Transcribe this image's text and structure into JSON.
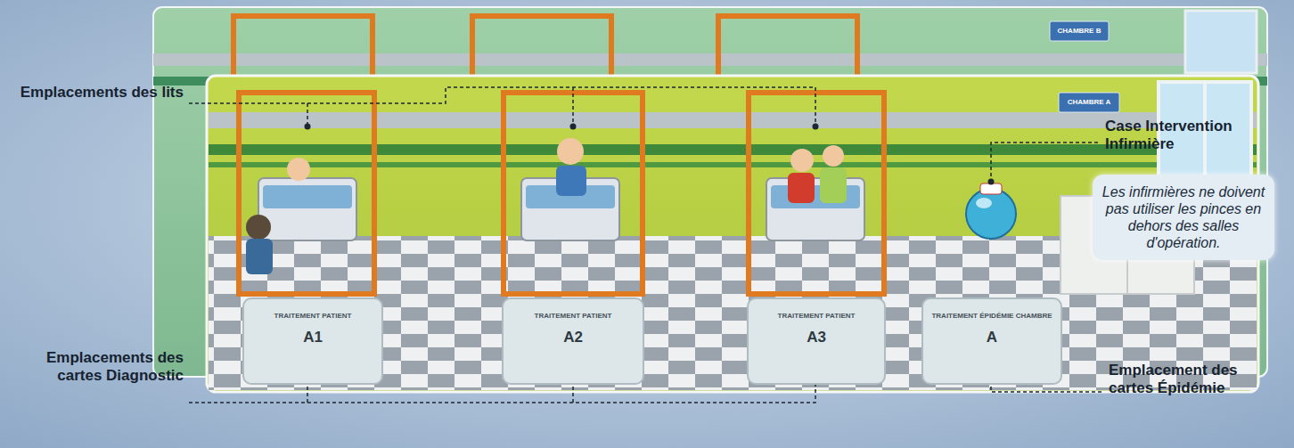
{
  "diagram": {
    "nodes": [
      {
        "text": [
          "TRAITEMENT PATIENT",
          "A1"
        ]
      },
      {
        "text": [
          "TRAITEMENT PATIENT",
          "A2"
        ]
      },
      {
        "text": [
          "TRAITEMENT PATIENT",
          "A3"
        ]
      },
      {
        "text": [
          "TRAITEMENT ÉPIDÉMIE CHAMBRE",
          "A"
        ]
      },
      {
        "text": [
          "Les infirmières ne doivent pas utiliser les pinces en dehors des salles d'opération."
        ]
      }
    ],
    "labels": [
      "Emplacements des lits",
      "Case Intervention Infirmière",
      "Emplacements des cartes Diagnostic",
      "Emplacement des cartes Épidémie",
      "CHAMBRE B",
      "CHAMBRE A"
    ]
  }
}
